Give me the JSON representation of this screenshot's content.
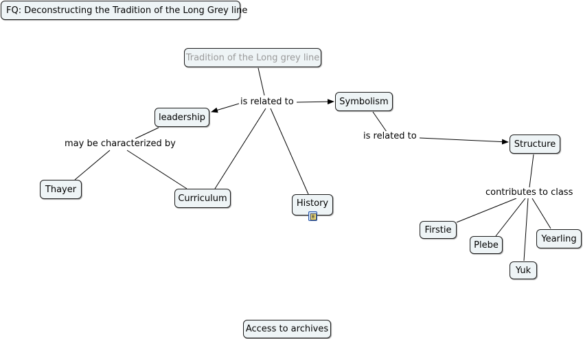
{
  "title": "FQ: Deconstructing the Tradition  of the Long Grey line",
  "nodes": {
    "tradition": "Tradition of the Long grey line",
    "leadership": "leadership",
    "symbolism": "Symbolism",
    "structure": "Structure",
    "thayer": "Thayer",
    "curriculum": "Curriculum",
    "history": "History",
    "firstie": "Firstie",
    "plebe": "Plebe",
    "yearling": "Yearling",
    "yuk": "Yuk",
    "archives": "Access to archives"
  },
  "link_labels": {
    "is_related_to_main": "is related to",
    "may_be_characterized_by": "may be characterized by",
    "is_related_to_symbolism": "is related to",
    "contributes_to_class": "contributes to class"
  },
  "icons": {
    "history_resource": "document-icon"
  },
  "colors": {
    "node_fill": "#eef4f6",
    "node_border": "#1a1a1a",
    "faded_text": "#999999",
    "icon_blue": "#1f4fa8"
  }
}
